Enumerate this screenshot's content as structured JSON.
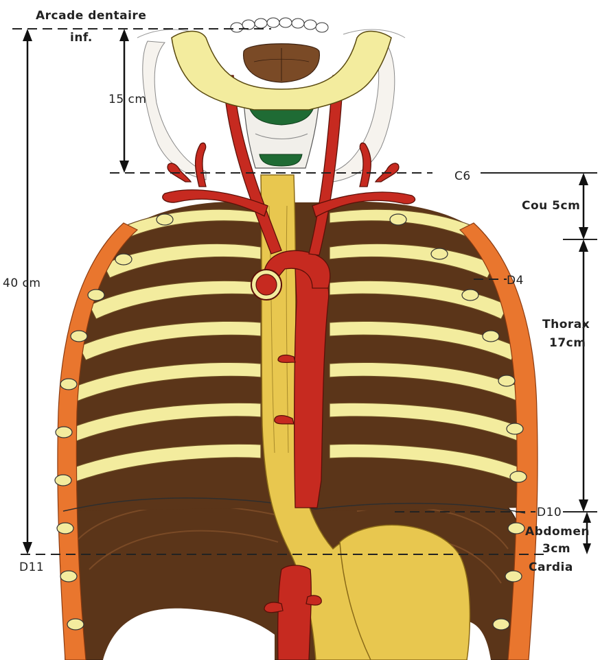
{
  "labels": {
    "arcade_line1": "Arcade dentaire",
    "arcade_line2": "inf.",
    "dist_15": "15 cm",
    "dist_40": "40  cm",
    "c6": "C6",
    "cou": "Cou 5cm",
    "d4": "D4",
    "thorax_line1": "Thorax",
    "thorax_line2": "17cm",
    "d10": "D10",
    "abdomen_line1": "Abdomen",
    "abdomen_line2": "3cm",
    "d11": "D11",
    "cardia": "Cardia"
  },
  "colors": {
    "artery": "#c62a20",
    "esophagus": "#e8c74f",
    "bone": "#f3ec9e",
    "rib_brown": "#7a4a26",
    "muscle_dark": "#5b3519",
    "cartilage_orange": "#e9762e",
    "trachea_green": "#1f6b34"
  }
}
